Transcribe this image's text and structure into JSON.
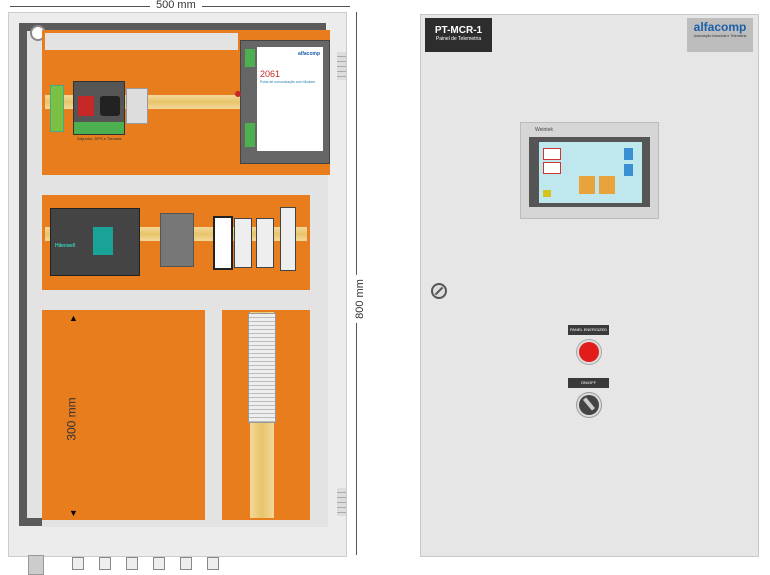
{
  "dimensions": {
    "width": "500 mm",
    "height": "800 mm",
    "inner_space": "300 mm"
  },
  "interior": {
    "telemetry_module": {
      "model": "2061",
      "subtitle": "Porta de comunicação com Modem",
      "brand": "alfacomp"
    },
    "power_group_label": "Disjuntor, DPS e Tomada",
    "plc_brand": "Hitecwell",
    "colors": {
      "backplate": "#e87d1e",
      "frame": "#5a5a5a",
      "panel": "#e3e3e3"
    }
  },
  "door": {
    "tag": {
      "title": "PT-MCR-1",
      "subtitle": "Painel de Telemetria"
    },
    "logo": {
      "brand": "alfacomp",
      "tagline": "Automação Industrial e Telemetria"
    },
    "hmi_brand": "Weintek",
    "indicator_label": "PANEL ENERGIZED",
    "selector_label": "ON/OFF",
    "colors": {
      "indicator": "#e21b1b",
      "tag_bg": "#2d2d2d"
    }
  }
}
